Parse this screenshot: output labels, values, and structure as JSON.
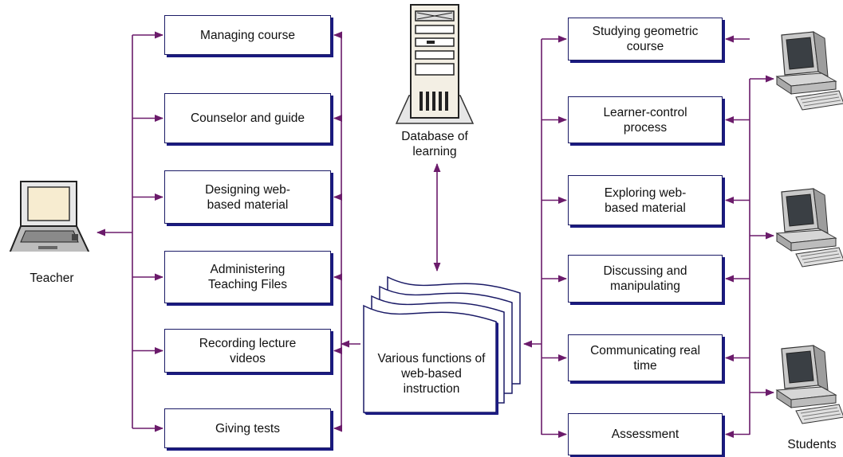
{
  "colors": {
    "arrow": "#6b1b6b",
    "box_border": "#1a1a66",
    "box_shadow": "#1a1a80"
  },
  "teacher": {
    "label": "Teacher",
    "icon": "laptop-icon"
  },
  "database": {
    "label": "Database of\nlearning",
    "icon": "server-tower-icon"
  },
  "center": {
    "label": "Various functions of\nweb-based\ninstruction",
    "icon": "stacked-documents-icon"
  },
  "students": {
    "label": "Students",
    "icon": "desktop-computer-icon"
  },
  "teacher_functions": [
    "Managing course",
    "Counselor and guide",
    "Designing web-\nbased material",
    "Administering\nTeaching Files",
    "Recording lecture\nvideos",
    "Giving tests"
  ],
  "student_functions": [
    "Studying geometric\ncourse",
    "Learner-control\nprocess",
    "Exploring web-\nbased material",
    "Discussing and\nmanipulating",
    "Communicating real\ntime",
    "Assessment"
  ]
}
